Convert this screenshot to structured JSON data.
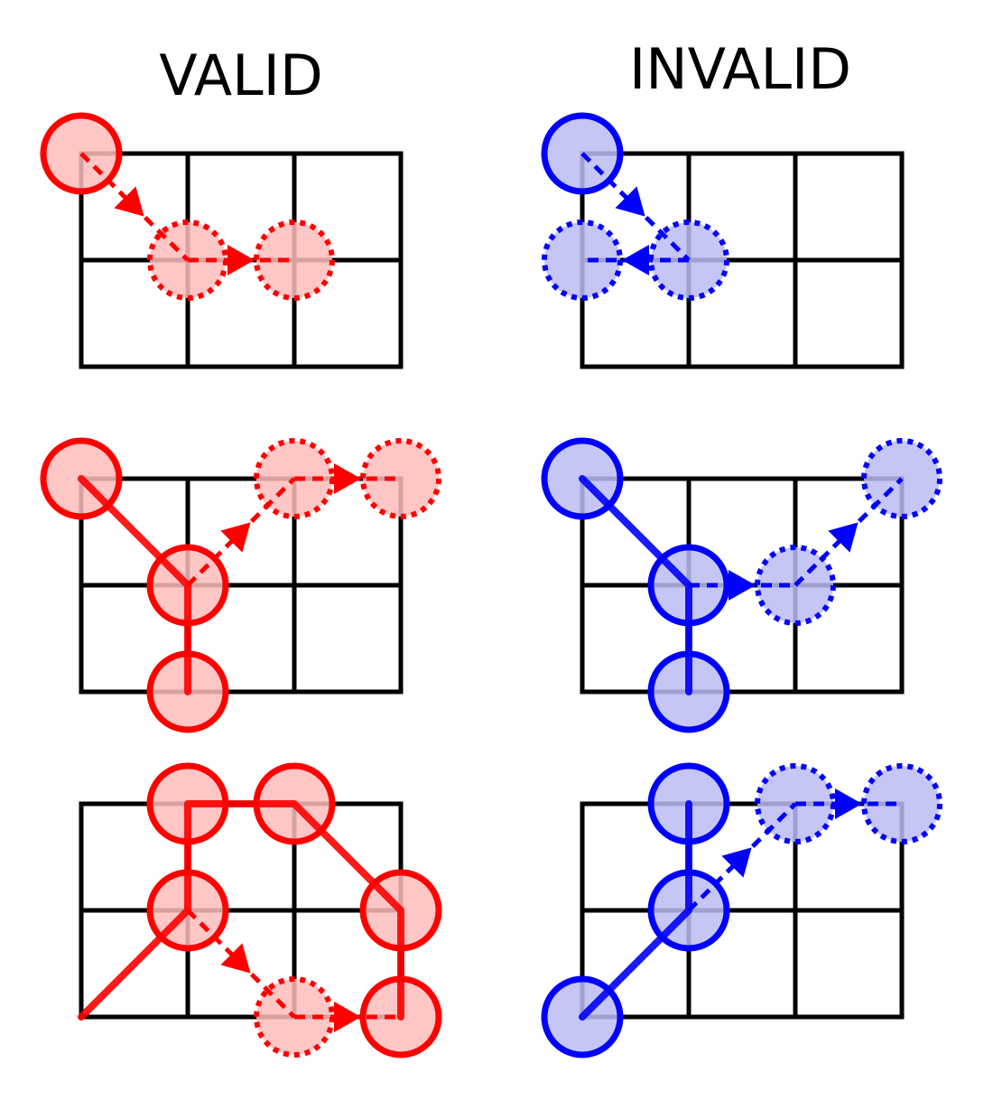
{
  "headers": {
    "valid": "VALID",
    "invalid": "INVALID"
  },
  "colors": {
    "valid_stroke": "#ff0000",
    "valid_fill": "#ffbcbc",
    "invalid_stroke": "#0000ff",
    "invalid_fill": "#bcbcf4",
    "grid": "#000000"
  },
  "grid": {
    "rows": 2,
    "cols": 3
  },
  "panels": [
    {
      "id": "valid-1",
      "status": "valid",
      "solid_circles": [
        [
          0,
          0
        ]
      ],
      "dotted_circles": [
        [
          1,
          1
        ],
        [
          1,
          2
        ]
      ],
      "solid_path": [],
      "dashed_path": [
        [
          0,
          0
        ],
        [
          1,
          1
        ],
        [
          1,
          2
        ]
      ]
    },
    {
      "id": "invalid-1",
      "status": "invalid",
      "solid_circles": [
        [
          0,
          0
        ]
      ],
      "dotted_circles": [
        [
          1,
          1
        ],
        [
          1,
          0
        ]
      ],
      "solid_path": [],
      "dashed_path": [
        [
          0,
          0
        ],
        [
          1,
          1
        ],
        [
          1,
          0
        ]
      ]
    },
    {
      "id": "valid-2",
      "status": "valid",
      "solid_circles": [
        [
          0,
          0
        ],
        [
          1,
          1
        ],
        [
          2,
          1
        ]
      ],
      "dotted_circles": [
        [
          0,
          2
        ],
        [
          0,
          3
        ]
      ],
      "solid_path": [
        [
          2,
          1
        ],
        [
          1,
          1
        ],
        [
          0,
          0
        ]
      ],
      "dashed_path": [
        [
          1,
          1
        ],
        [
          0,
          2
        ],
        [
          0,
          3
        ]
      ]
    },
    {
      "id": "invalid-2",
      "status": "invalid",
      "solid_circles": [
        [
          0,
          0
        ],
        [
          1,
          1
        ],
        [
          2,
          1
        ]
      ],
      "dotted_circles": [
        [
          1,
          2
        ],
        [
          0,
          3
        ]
      ],
      "solid_path": [
        [
          2,
          1
        ],
        [
          1,
          1
        ],
        [
          0,
          0
        ]
      ],
      "dashed_path": [
        [
          1,
          1
        ],
        [
          1,
          2
        ],
        [
          0,
          3
        ]
      ]
    },
    {
      "id": "valid-3",
      "status": "valid",
      "solid_circles": [
        [
          0,
          1
        ],
        [
          0,
          2
        ],
        [
          1,
          1
        ],
        [
          1,
          3
        ],
        [
          2,
          3
        ]
      ],
      "dotted_circles": [
        [
          2,
          2
        ]
      ],
      "solid_path": [
        [
          2,
          0
        ],
        [
          1,
          1
        ],
        [
          0,
          1
        ],
        [
          0,
          2
        ],
        [
          1,
          3
        ],
        [
          2,
          3
        ]
      ],
      "dashed_path": [
        [
          1,
          1
        ],
        [
          2,
          2
        ],
        [
          2,
          3
        ]
      ]
    },
    {
      "id": "invalid-3",
      "status": "invalid",
      "solid_circles": [
        [
          2,
          0
        ],
        [
          1,
          1
        ],
        [
          0,
          1
        ]
      ],
      "dotted_circles": [
        [
          0,
          2
        ],
        [
          0,
          3
        ]
      ],
      "solid_path": [
        [
          2,
          0
        ],
        [
          1,
          1
        ],
        [
          0,
          1
        ]
      ],
      "dashed_path": [
        [
          1,
          1
        ],
        [
          0,
          2
        ],
        [
          0,
          3
        ]
      ]
    }
  ]
}
